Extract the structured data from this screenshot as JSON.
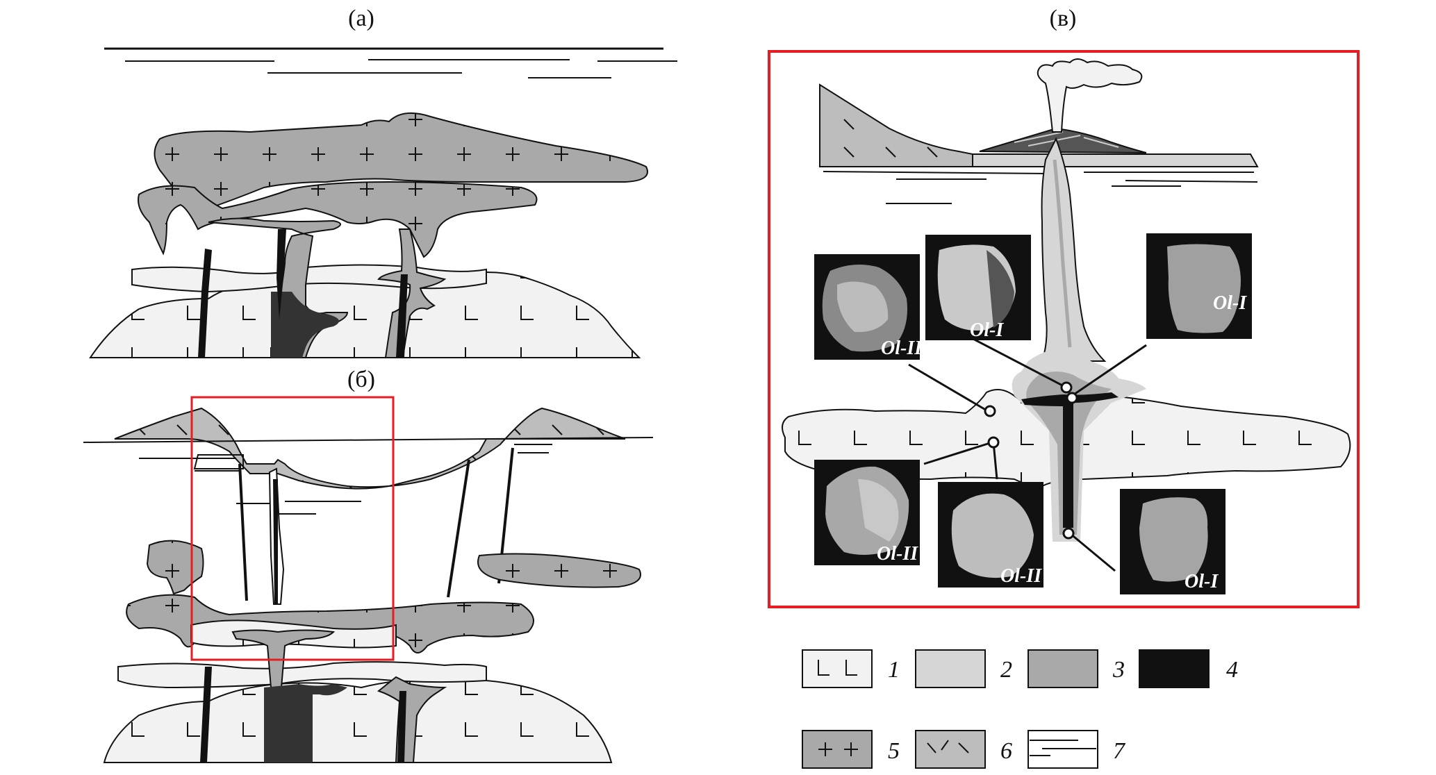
{
  "panels": {
    "a_title": "(a)",
    "b_title": "(б)",
    "c_title": "(в)"
  },
  "micro_labels": {
    "top_left": "Ol-II",
    "top_middle": "Ol-I",
    "top_right": "Ol-I",
    "bottom_left": "Ol-II",
    "bottom_middle": "Ol-II",
    "bottom_right": "Ol-I"
  },
  "legend": [
    {
      "number": "1",
      "pattern": "L-marks",
      "fill": "#f2f2f2"
    },
    {
      "number": "2",
      "pattern": "solid",
      "fill": "#d6d6d6"
    },
    {
      "number": "3",
      "pattern": "solid",
      "fill": "#a9a9a9"
    },
    {
      "number": "4",
      "pattern": "solid",
      "fill": "#111111"
    },
    {
      "number": "5",
      "pattern": "crosses",
      "fill": "#a9a9a9"
    },
    {
      "number": "6",
      "pattern": "dashes",
      "fill": "#bdbdbd"
    },
    {
      "number": "7",
      "pattern": "lines",
      "fill": "#ffffff"
    }
  ],
  "colors": {
    "highlight_frame": "#e31e24",
    "basalt": "#f2f2f2",
    "light_gray": "#d6d6d6",
    "mid_gray": "#a9a9a9",
    "black": "#111111"
  }
}
